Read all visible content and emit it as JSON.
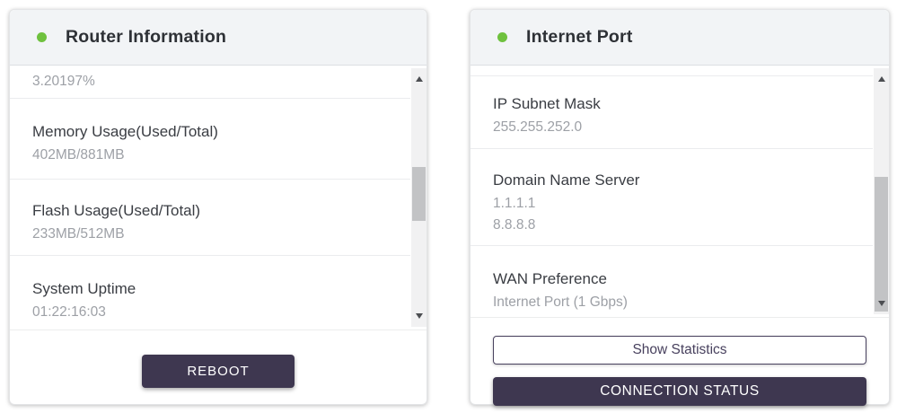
{
  "colors": {
    "accent_green": "#6fc13e",
    "button_dark": "#3e3750",
    "header_bg": "#f2f4f6",
    "label_text": "#3a3d43",
    "value_text": "#9da0a6"
  },
  "router_card": {
    "title": "Router Information",
    "items": [
      {
        "value": "3.20197%"
      },
      {
        "label": "Memory Usage(Used/Total)",
        "value": "402MB/881MB"
      },
      {
        "label": "Flash Usage(Used/Total)",
        "value": "233MB/512MB"
      },
      {
        "label": "System Uptime",
        "value": "01:22:16:03"
      }
    ],
    "reboot_label": "REBOOT"
  },
  "internet_card": {
    "title": "Internet Port",
    "items": [
      {
        "label": "IP Subnet Mask",
        "values": [
          "255.255.252.0"
        ]
      },
      {
        "label": "Domain Name Server",
        "values": [
          "1.1.1.1",
          "8.8.8.8"
        ]
      },
      {
        "label": "WAN Preference",
        "values": [
          "Internet Port (1 Gbps)"
        ]
      }
    ],
    "show_statistics_label": "Show Statistics",
    "connection_status_label": "CONNECTION STATUS"
  }
}
